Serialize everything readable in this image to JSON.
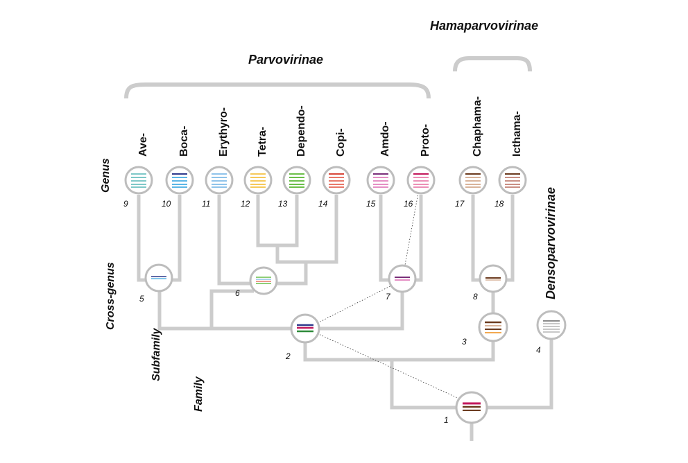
{
  "groups": {
    "parvovirinae": "Parvovirinae",
    "hamaparvovirinae": "Hamaparvovirinae",
    "densoparvovirinae": "Densoparvovirinae"
  },
  "levels": {
    "genus": "Genus",
    "cross_genus": "Cross-genus",
    "subfamily": "Subfamily",
    "family": "Family"
  },
  "genera": [
    {
      "label": "Ave-",
      "num": "9"
    },
    {
      "label": "Boca-",
      "num": "10"
    },
    {
      "label": "Erythyro-",
      "num": "11"
    },
    {
      "label": "Tetra-",
      "num": "12"
    },
    {
      "label": "Dependo-",
      "num": "13"
    },
    {
      "label": "Copi-",
      "num": "14"
    },
    {
      "label": "Amdo-",
      "num": "15"
    },
    {
      "label": "Proto-",
      "num": "16"
    },
    {
      "label": "Chaphama-",
      "num": "17"
    },
    {
      "label": "Icthama-",
      "num": "18"
    }
  ],
  "inner_nodes": [
    {
      "num": "5"
    },
    {
      "num": "6"
    },
    {
      "num": "7"
    },
    {
      "num": "8"
    },
    {
      "num": "2"
    },
    {
      "num": "3"
    },
    {
      "num": "4"
    },
    {
      "num": "1"
    }
  ],
  "colors": {
    "tree_line": "#cccccc",
    "node_stroke": "#bdbdbd",
    "ave": "#7ec8c8",
    "boca": [
      "#2e3a8c",
      "#5bb6e6"
    ],
    "erythyro": "#8fc3ea",
    "tetra": "#f6c95a",
    "dependo": "#6cbf4a",
    "copi": "#e8786a",
    "amdo": [
      "#7a2f7a",
      "#e58fc4"
    ],
    "proto": "#ec8fb6",
    "chaphama": [
      "#6b3a1e",
      "#d9b39a"
    ],
    "icthama": [
      "#6b3a1e",
      "#c98f84"
    ],
    "denso": "#9a9a9a"
  }
}
